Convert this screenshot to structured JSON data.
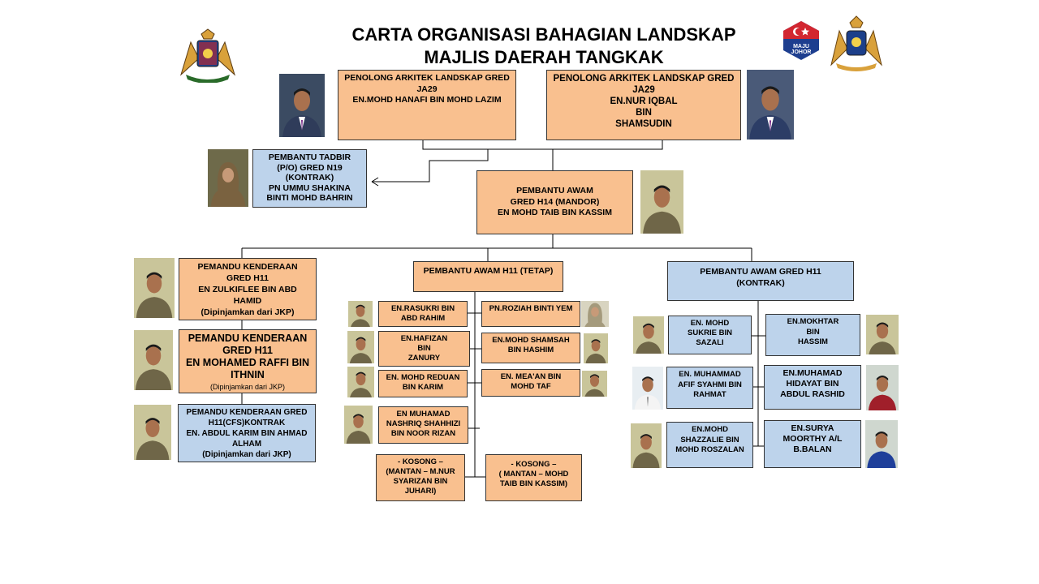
{
  "title": {
    "line1": "CARTA ORGANISASI BAHAGIAN LANDSKAP",
    "line2": "MAJLIS DAERAH TANGKAK"
  },
  "logos": {
    "left": "johor-crest-icon",
    "maju": "MAJU JOHOR",
    "right": "johor-state-crest-icon"
  },
  "colors": {
    "orange": "#f9c08f",
    "blue": "#bdd3eb"
  },
  "nodes": {
    "hafanzi": [
      "PENOLONG ARKITEK LANDSKAP GRED",
      "JA29",
      "EN.MOHD HANAFI BIN MOHD LAZIM"
    ],
    "iqbal": [
      "PENOLONG ARKITEK LANDSKAP GRED",
      "JA29",
      "EN.NUR IQBAL",
      "BIN",
      "SHAMSUDIN"
    ],
    "tadbir": [
      "PEMBANTU TADBIR",
      "(P/O) GRED N19",
      "(KONTRAK)",
      "PN UMMU SHAKINA",
      "BINTI MOHD BAHRIN"
    ],
    "mandor": [
      "PEMBANTU AWAM",
      "GRED H14 (MANDOR)",
      "EN MOHD TAIB BIN KASSIM"
    ],
    "pemandu1": [
      "PEMANDU KENDERAAN",
      "GRED H11",
      "EN ZULKIFLEE BIN ABD",
      "HAMID",
      "(Dipinjamkan dari JKP)"
    ],
    "pemandu2": [
      "PEMANDU KENDERAAN",
      "GRED H11",
      "EN MOHAMED RAFFI BIN",
      "ITHNIN",
      "(Dipinjamkan  dari  JKP)"
    ],
    "pemandu3": [
      "PEMANDU KENDERAAN GRED",
      "H11(CFS)KONTRAK",
      "EN. ABDUL KARIM BIN AHMAD",
      "ALHAM",
      "(Dipinjamkan dari JKP)"
    ],
    "tetap": [
      "PEMBANTU AWAM H11 (TETAP)"
    ],
    "kontrak": [
      "PEMBANTU AWAM GRED H11",
      "(KONTRAK)"
    ],
    "rasukri": [
      "EN.RASUKRI BIN",
      "ABD RAHIM"
    ],
    "roziah": [
      "PN.ROZIAH BINTI YEM"
    ],
    "hafizan": [
      "EN.HAFIZAN",
      "BIN",
      "ZANURY"
    ],
    "shamsah": [
      "EN.MOHD SHAMSAH",
      "BIN HASHIM"
    ],
    "reduan": [
      "EN. MOHD REDUAN",
      "BIN KARIM"
    ],
    "meaan": [
      "EN. MEA'AN BIN",
      "MOHD TAF"
    ],
    "nashriq": [
      "EN MUHAMAD",
      "NASHRIQ SHAHHIZI",
      "BIN  NOOR RIZAN"
    ],
    "kosong1": [
      "-  KOSONG –",
      "(MANTAN – M.NUR",
      "SYARIZAN BIN",
      "JUHARI)"
    ],
    "kosong2": [
      "- KOSONG –",
      "( MANTAN – MOHD",
      "TAIB BIN KASSIM)"
    ],
    "sukrie": [
      "EN. MOHD",
      "SUKRIE BIN",
      "SAZALI"
    ],
    "mokhtar": [
      "EN.MOKHTAR",
      "BIN",
      "HASSIM"
    ],
    "afif": [
      "EN. MUHAMMAD",
      "AFIF SYAHMI BIN",
      "RAHMAT"
    ],
    "hidayat": [
      "EN.MUHAMAD",
      "HIDAYAT BIN",
      "ABDUL RASHID"
    ],
    "shazzalie": [
      "EN.MOHD",
      "SHAZZALIE BIN",
      "MOHD ROSZALAN"
    ],
    "surya": [
      "EN.SURYA",
      "MOORTHY  A/L",
      "B.BALAN"
    ]
  }
}
